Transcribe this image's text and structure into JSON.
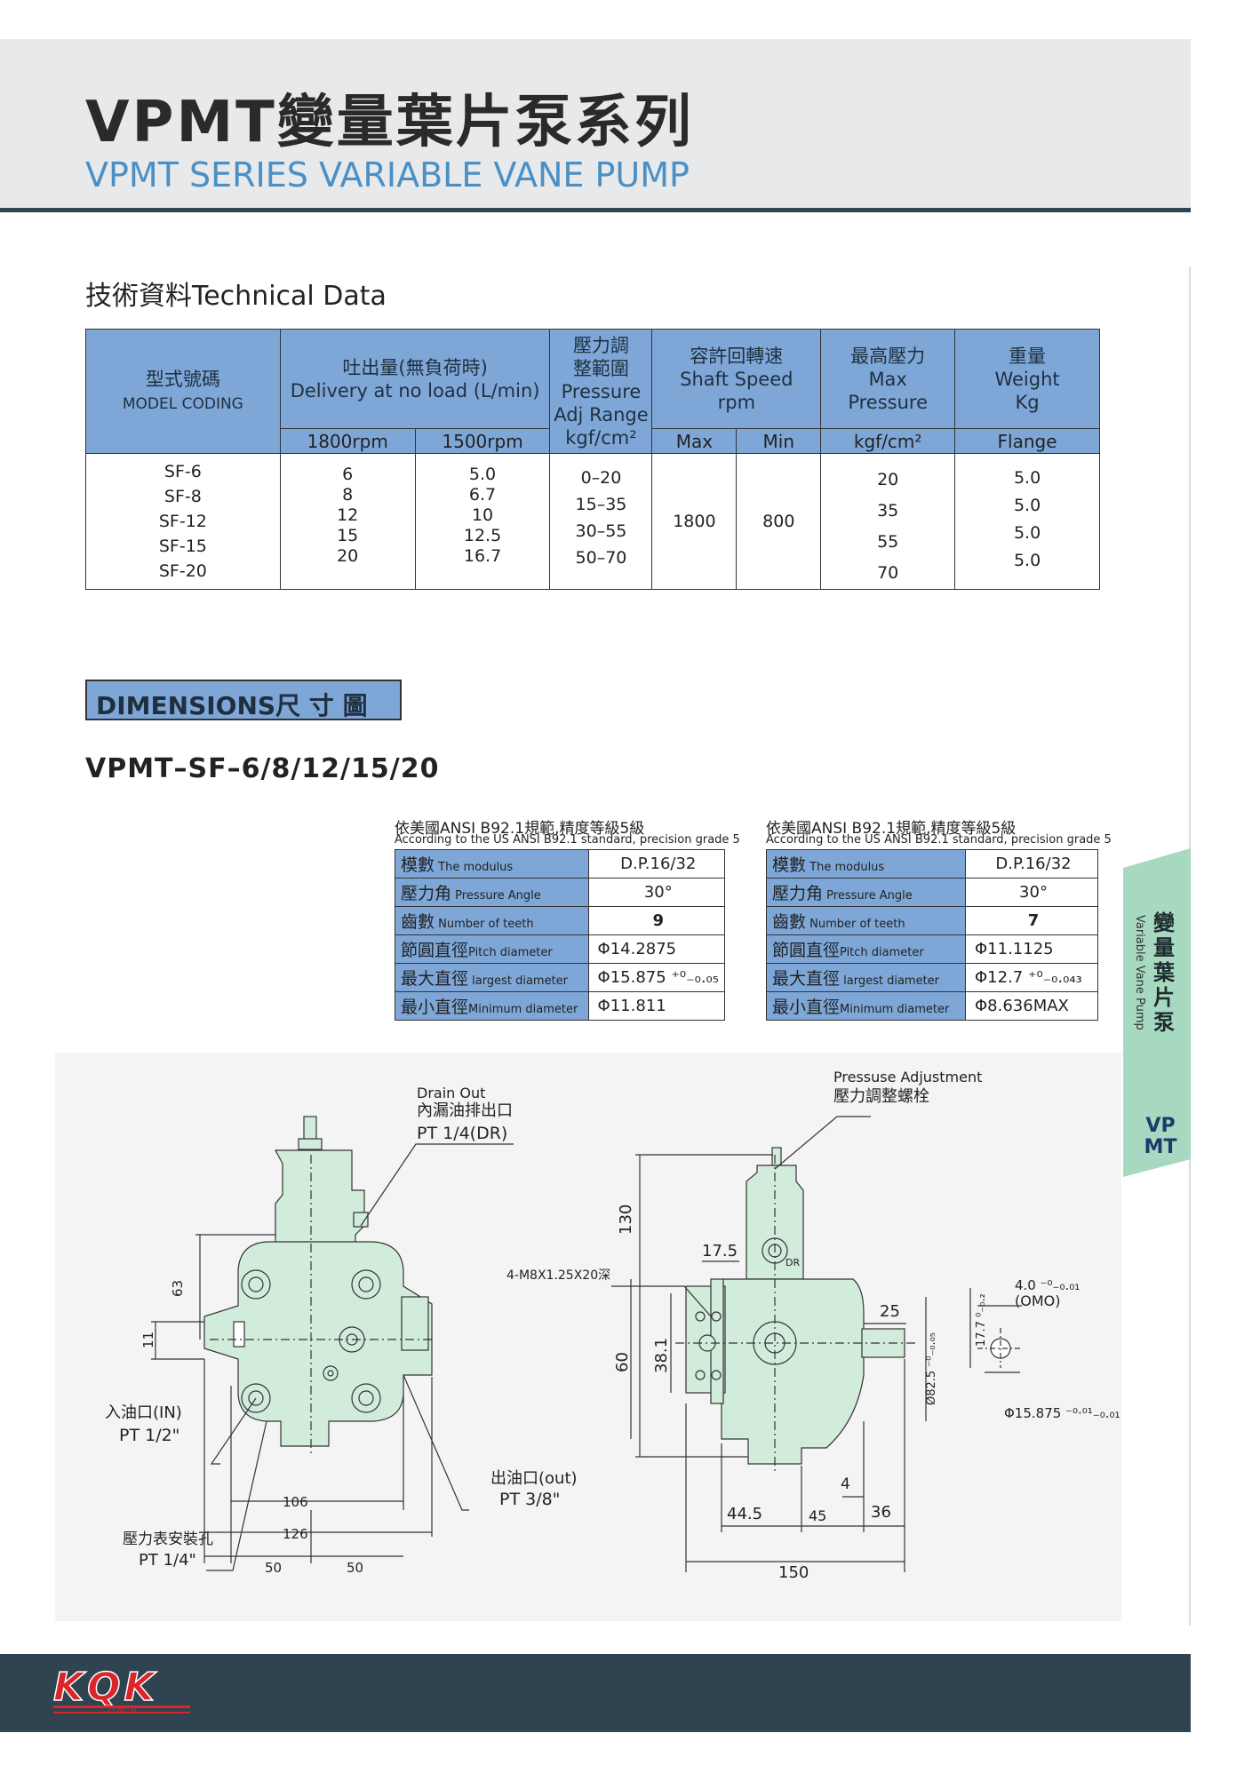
{
  "header": {
    "title_cn": "VPMT變量葉片泵系列",
    "title_en": "VPMT SERIES VARIABLE VANE PUMP"
  },
  "side_tab": {
    "title_cn": "變量葉片泵",
    "title_en": "Variable Vane Pump",
    "code_line1": "VP",
    "code_line2": "MT"
  },
  "tech_data": {
    "heading": "技術資料Technical Data",
    "headers": {
      "model_cn": "型式號碼",
      "model_en": "MODEL CODING",
      "delivery_cn": "吐出量(無負荷時)",
      "delivery_en": "Delivery at no load (L/min)",
      "rpm_1800": "1800rpm",
      "rpm_1500": "1500rpm",
      "pressure_cn1": "壓力調",
      "pressure_cn2": "整範圍",
      "pressure_en1": "Pressure",
      "pressure_en2": "Adj Range",
      "pressure_unit": "kgf/cm²",
      "speed_cn": "容許回轉速",
      "speed_en1": "Shaft Speed",
      "speed_en2": "rpm",
      "speed_max": "Max",
      "speed_min": "Min",
      "maxp_cn": "最高壓力",
      "maxp_en1": "Max",
      "maxp_en2": "Pressure",
      "maxp_unit": "kgf/cm²",
      "weight_cn": "重量",
      "weight_en": "Weight",
      "weight_unit": "Kg",
      "weight_sub": "Flange"
    },
    "models": [
      "SF-6",
      "SF-8",
      "SF-12",
      "SF-15",
      "SF-20"
    ],
    "delivery_1800": [
      "6",
      "8",
      "12",
      "15",
      "20"
    ],
    "delivery_1500": [
      "5.0",
      "6.7",
      "10",
      "12.5",
      "16.7"
    ],
    "pressure_ranges": [
      "0–20",
      "15–35",
      "30–55",
      "50–70"
    ],
    "speed_max": "1800",
    "speed_min": "800",
    "max_pressure": [
      "20",
      "35",
      "55",
      "70"
    ],
    "weights": [
      "5.0",
      "5.0",
      "5.0",
      "5.0"
    ]
  },
  "dimensions": {
    "label": "DIMENSIONS尺 寸 圖",
    "model": "VPMT–SF–6/8/12/15/20"
  },
  "spec_left": {
    "caption_cn": "依美國ANSI B92.1規範,精度等級5級",
    "caption_en": "According to the US ANSI B92.1 standard, precision grade 5",
    "rows": [
      {
        "cn": "模數",
        "en": " The modulus",
        "value": "D.P.16/32"
      },
      {
        "cn": "壓力角",
        "en": " Pressure Angle",
        "value": "30°"
      },
      {
        "cn": "齒數",
        "en": " Number of teeth",
        "value": "9"
      },
      {
        "cn": "節圓直徑",
        "en": "Pitch diameter",
        "value": "Φ14.2875"
      },
      {
        "cn": "最大直徑",
        "en": " largest diameter",
        "value": "Φ15.875 ⁺⁰₋₀.₀₅"
      },
      {
        "cn": "最小直徑",
        "en": "Minimum diameter",
        "value": "Φ11.811"
      }
    ]
  },
  "spec_right": {
    "caption_cn": "依美國ANSI B92.1規範,精度等級5級",
    "caption_en": "According to the US ANSI B92.1 standard, precision grade 5",
    "rows": [
      {
        "cn": "模數",
        "en": " The modulus",
        "value": "D.P.16/32"
      },
      {
        "cn": "壓力角",
        "en": " Pressure Angle",
        "value": "30°"
      },
      {
        "cn": "齒數",
        "en": " Number of teeth",
        "value": "7"
      },
      {
        "cn": "節圓直徑",
        "en": "Pitch diameter",
        "value": "Φ11.1125"
      },
      {
        "cn": "最大直徑",
        "en": " largest diameter",
        "value": "Φ12.7 ⁺⁰₋₀.₀₄₃"
      },
      {
        "cn": "最小直徑",
        "en": "Minimum diameter",
        "value": "Φ8.636MAX"
      }
    ]
  },
  "drawing": {
    "drain_en": "Drain Out",
    "drain_cn": "內漏油排出口",
    "drain_pt": "PT 1/4(DR)",
    "inlet_cn": "入油口(IN)",
    "inlet_pt": "PT 1/2\"",
    "outlet_cn": "出油口(out)",
    "outlet_pt": "PT 3/8\"",
    "gauge_cn": "壓力表安裝孔",
    "gauge_pt": "PT 1/4\"",
    "adj_en": "Pressuse Adjustment",
    "adj_cn": "壓力調整螺栓",
    "bolt": "4-M8X1.25X20深",
    "dims": {
      "d63": "63",
      "d11": "11",
      "d106": "106",
      "d126": "126",
      "d50a": "50",
      "d50b": "50",
      "d130": "130",
      "d60": "60",
      "d38": "38.1",
      "d175": "17.5",
      "d25": "25",
      "d82": "Ø82.5 ⁻⁰₋₀.₀₅",
      "d4": "4",
      "d445": "44.5",
      "d45": "45",
      "d36": "36",
      "d150": "150",
      "d177": "17.7 ⁰₋₀.₂",
      "d40": "4.0 ⁻⁰₋₀.₀₁",
      "omo": "(OMO)",
      "d15875": "Φ15.875 ⁻⁰·⁰¹₋₀.₀₁₅",
      "dr": "DR"
    }
  },
  "footer": {
    "logo": "KQK",
    "logo_sub": "ZENITH"
  },
  "colors": {
    "accent_blue": "#7ea7d8",
    "title_blue": "#4a8fc5",
    "footer_navy": "#2f4350",
    "pump_green": "#d2ecdc",
    "tab_green": "#a7d8c0",
    "logo_red": "#d8262a"
  }
}
